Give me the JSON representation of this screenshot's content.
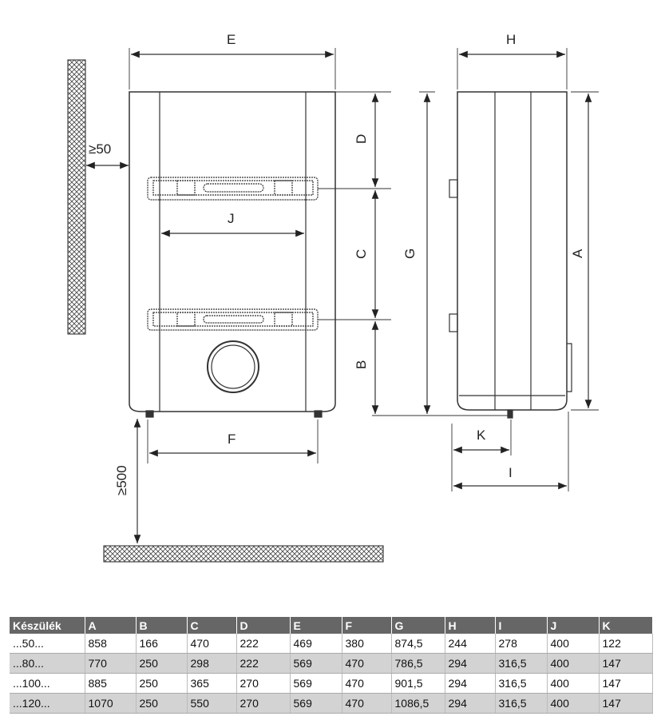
{
  "diagram": {
    "labels": {
      "E": "E",
      "H": "H",
      "D": "D",
      "C": "C",
      "B": "B",
      "G": "G",
      "A": "A",
      "J": "J",
      "F": "F",
      "K": "K",
      "I": "I",
      "wall_gap": "≥50",
      "floor_gap": "≥500"
    }
  },
  "table": {
    "headers": [
      "Készülék",
      "A",
      "B",
      "C",
      "D",
      "E",
      "F",
      "G",
      "H",
      "I",
      "J",
      "K"
    ],
    "rows": [
      [
        "...50...",
        "858",
        "166",
        "470",
        "222",
        "469",
        "380",
        "874,5",
        "244",
        "278",
        "400",
        "122"
      ],
      [
        "...80...",
        "770",
        "250",
        "298",
        "222",
        "569",
        "470",
        "786,5",
        "294",
        "316,5",
        "400",
        "147"
      ],
      [
        "...100...",
        "885",
        "250",
        "365",
        "270",
        "569",
        "470",
        "901,5",
        "294",
        "316,5",
        "400",
        "147"
      ],
      [
        "...120...",
        "1070",
        "250",
        "550",
        "270",
        "569",
        "470",
        "1086,5",
        "294",
        "316,5",
        "400",
        "147"
      ]
    ]
  }
}
